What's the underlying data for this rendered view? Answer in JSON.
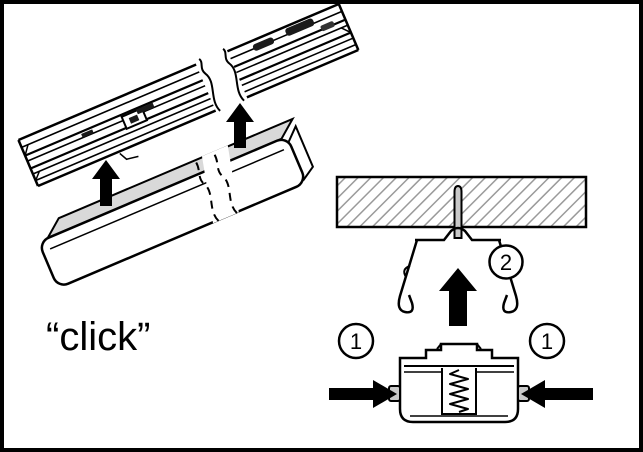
{
  "figure": {
    "click_label": "“click”",
    "step_badges": {
      "one": "1",
      "two": "2"
    }
  },
  "colors": {
    "ink": "#000000",
    "background": "#ffffff",
    "panel_top_gray": "#d9d9d9",
    "hatch_gray": "#9a9a9a",
    "metal_gray": "#c9c9c9",
    "slot_dark": "#1a1a1a"
  }
}
